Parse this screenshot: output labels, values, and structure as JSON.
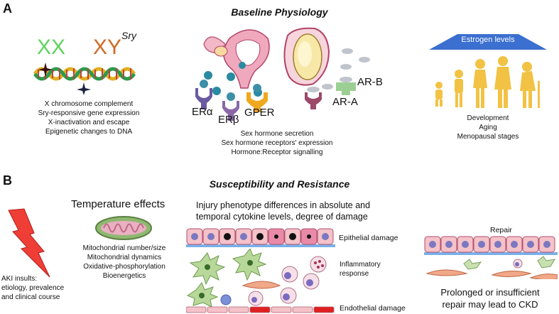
{
  "panel_a": {
    "letter": "A",
    "title": "Baseline Physiology",
    "chromosomes": {
      "xx": "XX",
      "xy": "XY",
      "sry_superscript": "Sry"
    },
    "genetic_factors": [
      "X chromosome complement",
      "Sry-responsive gene expression",
      "X-inactivation and escape",
      "Epigenetic changes to DNA"
    ],
    "receptors": {
      "er_alpha": "ERα",
      "er_beta": "ERβ",
      "gper": "GPER",
      "ar_b": "AR-B",
      "ar_a": "AR-A"
    },
    "hormone_factors": [
      "Sex hormone secretion",
      "Sex hormone receptors' expression",
      "Hormone:Receptor signalling"
    ],
    "estrogen_label": "Estrogen levels",
    "life_stages": [
      "Development",
      "Aging",
      "Menopausal stages"
    ]
  },
  "panel_b": {
    "letter": "B",
    "title": "Susceptibility and Resistance",
    "aki_insults": [
      "AKI insults:",
      "etiology, prevalence",
      "and clinical course"
    ],
    "temperature_title": "Temperature effects",
    "mito_factors": [
      "Mitochondrial number/size",
      "Mitochondrial dynamics",
      "Oxidative-phosphorylation",
      "Bioenergetics"
    ],
    "injury_heading": [
      "Injury phenotype differences in absolute and",
      "temporal cytokine levels, degree of damage"
    ],
    "epithelial_damage": "Epithelial damage",
    "inflammatory_response": [
      "Inflammatory",
      "response"
    ],
    "endothelial_damage": "Endothelial damage",
    "repair_label": "Repair",
    "ckd_text": [
      "Prolonged or insufficient",
      "repair may lead to CKD"
    ]
  }
}
